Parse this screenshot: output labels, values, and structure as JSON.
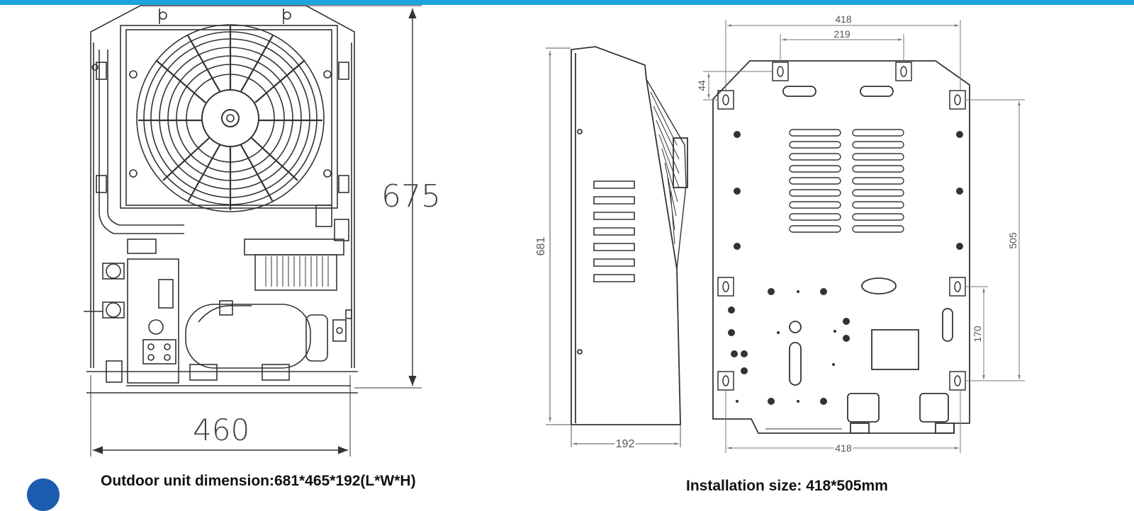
{
  "front_view": {
    "height_label": "675",
    "width_label": "460"
  },
  "side_view": {
    "height_label": "681",
    "depth_label": "192"
  },
  "install_view": {
    "top_width_label": "418",
    "inner_width_label": "219",
    "offset_label": "44",
    "height_label": "505",
    "lower_label": "170",
    "bottom_width_label": "418"
  },
  "captions": {
    "left": "Outdoor unit dimension:681*465*192(L*W*H)",
    "right": "Installation size: 418*505mm"
  },
  "colors": {
    "accent_bar": "#1ea3dc",
    "badge": "#1b5cae",
    "line": "#333333"
  }
}
